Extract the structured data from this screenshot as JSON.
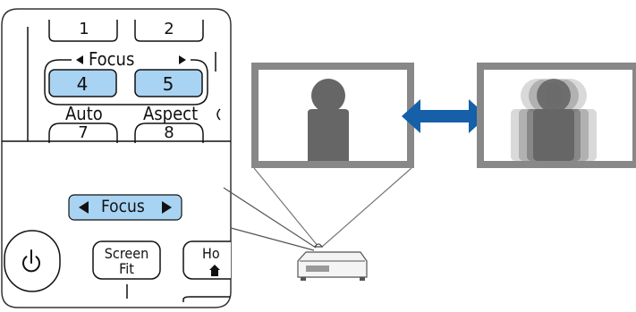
{
  "remote": {
    "top_keys": [
      "1",
      "2"
    ],
    "focus_group_label": "Focus",
    "focus_keys": [
      "4",
      "5"
    ],
    "row3_labels": [
      "Auto",
      "Aspect"
    ],
    "row3_keys": [
      "7",
      "8"
    ],
    "focus_button_label": "Focus",
    "screen_fit_label_line1": "Screen",
    "screen_fit_label_line2": "Fit",
    "home_label_partial": "Ho"
  },
  "colors": {
    "key_highlight": "#a9d3f2",
    "arrow": "#1560a8",
    "screen_border": "#888888",
    "silhouette": "#666666"
  },
  "icons": [
    "power-icon",
    "home-icon",
    "arrow-left-icon",
    "arrow-right-icon",
    "double-arrow-icon"
  ]
}
